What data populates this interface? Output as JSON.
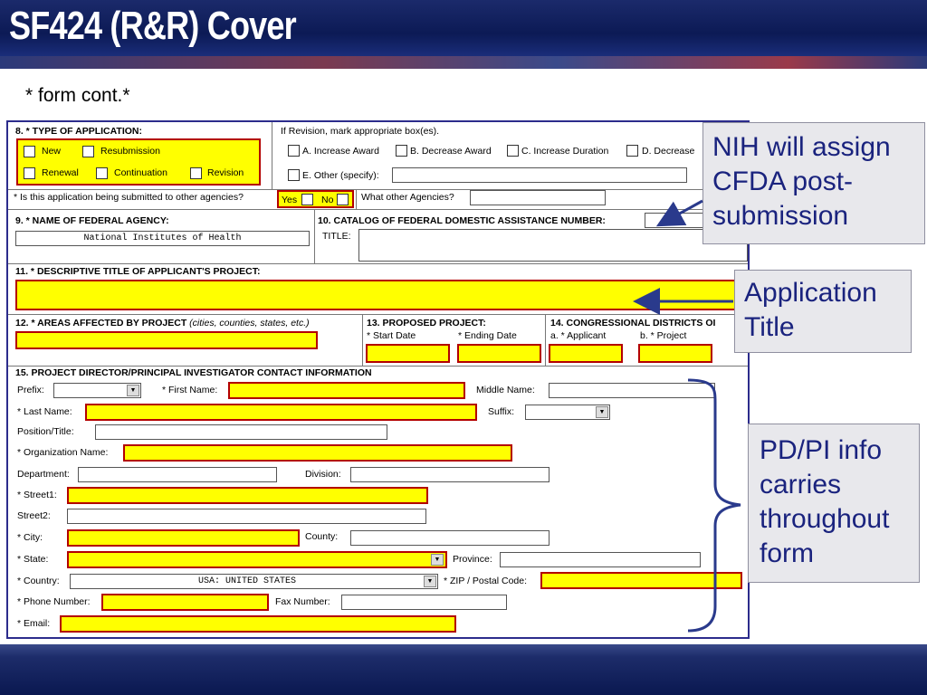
{
  "slide": {
    "title": "SF424 (R&R) Cover",
    "subtitle": "* form cont.*"
  },
  "form": {
    "sec8_label": "8. * TYPE OF APPLICATION:",
    "opt_new": "New",
    "opt_resubmission": "Resubmission",
    "opt_renewal": "Renewal",
    "opt_continuation": "Continuation",
    "opt_revision": "Revision",
    "revision_prompt": "If Revision, mark appropriate box(es).",
    "rev_a": "A. Increase Award",
    "rev_b": "B. Decrease Award",
    "rev_c": "C. Increase Duration",
    "rev_d": "D. Decrease",
    "rev_e": "E. Other (specify):",
    "other_agencies_q": "* Is this application being submitted to other agencies?",
    "yes": "Yes",
    "no": "No",
    "what_agencies": "What other Agencies?",
    "sec9_label": "9. * NAME OF FEDERAL AGENCY:",
    "agency_value": "National Institutes of Health",
    "sec10_label": "10. CATALOG OF FEDERAL DOMESTIC ASSISTANCE NUMBER:",
    "title_label": "TITLE:",
    "sec11_label": "11. * DESCRIPTIVE TITLE OF APPLICANT'S PROJECT:",
    "sec12_label": "12. * AREAS AFFECTED BY PROJECT",
    "sec12_hint": "(cities, counties, states, etc.)",
    "sec13_label": "13. PROPOSED PROJECT:",
    "start_date": "* Start Date",
    "end_date": "* Ending Date",
    "sec14_label": "14. CONGRESSIONAL DISTRICTS OI",
    "applicant": "a. * Applicant",
    "project": "b. * Project",
    "sec15_label": "15. PROJECT DIRECTOR/PRINCIPAL INVESTIGATOR CONTACT INFORMATION",
    "prefix": "Prefix:",
    "first_name": "* First Name:",
    "middle_name": "Middle Name:",
    "last_name": "* Last Name:",
    "suffix": "Suffix:",
    "position": "Position/Title:",
    "org_name": "* Organization Name:",
    "department": "Department:",
    "division": "Division:",
    "street1": "* Street1:",
    "street2": "Street2:",
    "city": "* City:",
    "county": "County:",
    "state": "* State:",
    "province": "Province:",
    "country": "* Country:",
    "country_value": "USA: UNITED STATES",
    "zip": "* ZIP / Postal Code:",
    "phone": "* Phone Number:",
    "fax": "Fax Number:",
    "email": "* Email:"
  },
  "callouts": {
    "cfda": [
      "NIH will assign",
      "CFDA post-",
      "submission"
    ],
    "title": [
      "Application",
      "Title"
    ],
    "pdpi": [
      "PD/PI info",
      "carries",
      "throughout",
      "form"
    ]
  },
  "colors": {
    "required_fill": "#ffff00",
    "required_border": "#b30000",
    "callout_text": "#1a237e",
    "title_bar": "#0c1a55"
  }
}
